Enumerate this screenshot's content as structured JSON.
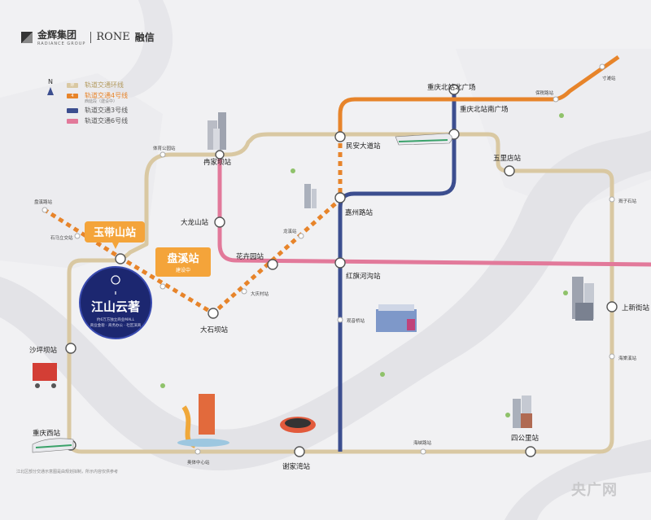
{
  "brand": {
    "company": "金辉集团",
    "company_en": "RADIANCE GROUP",
    "partner": "RONE",
    "partner_cn": "融信"
  },
  "compass": "N",
  "legend": [
    {
      "label": "轨道交通环线",
      "color": "#d9c8a2",
      "badge": "环"
    },
    {
      "label": "轨道交通4号线",
      "color": "#e7842a",
      "badge": "4",
      "note": "西延段（建设中）"
    },
    {
      "label": "轨道交通3号线",
      "color": "#3c4e8f",
      "badge": ""
    },
    {
      "label": "轨道交通6号线",
      "color": "#e2799a",
      "badge": ""
    }
  ],
  "colors": {
    "loop": "#d9c8a2",
    "line4": "#e7842a",
    "line3": "#3c4e8f",
    "line6": "#e2799a",
    "river": "#e4e4e7",
    "highlight_badge": "#f4a43a",
    "project_circle": "#1c2770"
  },
  "stations": {
    "chongqing_north_north": "重庆北站北广场",
    "chongqing_north_south": "重庆北站南广场",
    "baoshenglu": "保税路站",
    "cuntan": "寸滩站",
    "minan_avenue": "民安大道站",
    "wulidian": "五里店站",
    "ranjiaba": "冉家坝站",
    "tiyu_park": "体育公园站",
    "jiazhoulu": "嘉州路站",
    "dalongshan": "大龙山站",
    "zhizishi": "溉子石站",
    "panxi": "盘溪站",
    "panxi_note": "建设中",
    "longxi": "龙溪站",
    "yudaishan": "玉带山站",
    "panxi_small": "盘溪路站",
    "shimen_bridge": "石马立交站",
    "huahuiyuan": "花卉园站",
    "hongqihegou": "红旗河沟站",
    "shangxinjie": "上新街站",
    "daqingcun": "大庆村站",
    "dashiba": "大石坝站",
    "guanyinqiao": "观音桥站",
    "haitangxi": "海棠溪站",
    "shapingba": "沙坪坝站",
    "chongqing_west": "重庆西站",
    "sigongli": "四公里站",
    "haixialu": "海峡路站",
    "xiejiawan": "谢家湾站",
    "olympic_center": "奥体中心站"
  },
  "project": {
    "name": "江山云著",
    "desc_line1": "约6万方独立商业MALL",
    "desc_line2": "商业金街 · 商务办公 · 社区滨商"
  },
  "footer_note": "江北区部分交通示意图是由规划拟制，所示内容仅供参考",
  "watermark": "央广网"
}
